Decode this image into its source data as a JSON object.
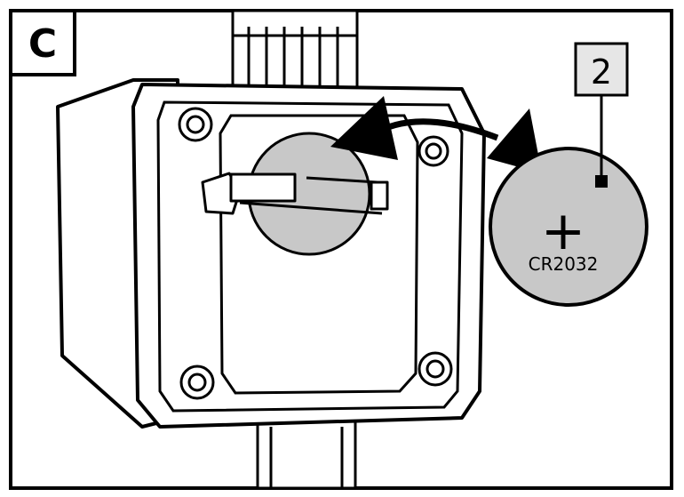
{
  "panel": {
    "letter": "C",
    "callout_number": "2",
    "battery_polarity": "+",
    "battery_model": "CR2032"
  },
  "colors": {
    "line": "#000000",
    "battery_fill": "#c8c8c8",
    "callout_fill": "#e6e6e6",
    "background": "#ffffff"
  }
}
